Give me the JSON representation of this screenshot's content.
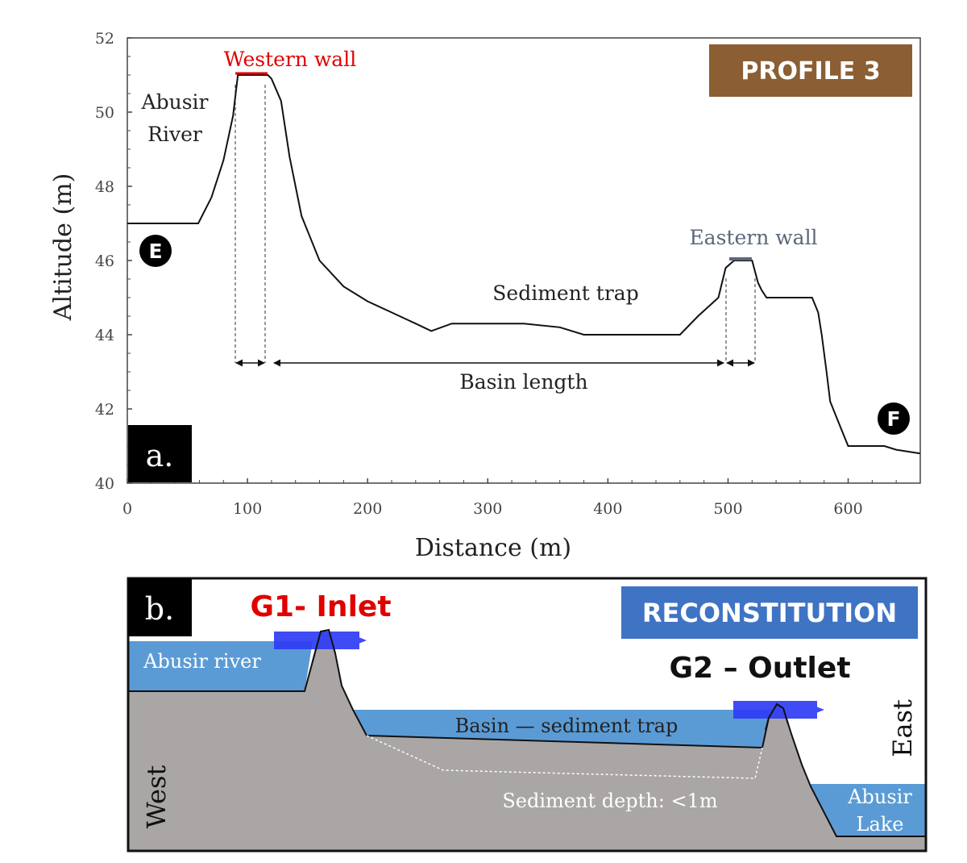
{
  "panel_a": {
    "label": "a.",
    "badge": "PROFILE 3",
    "badge_color": "#8b5e34",
    "markers": {
      "start": "E",
      "end": "F"
    },
    "annotations": {
      "western_wall": "Western wall",
      "eastern_wall": "Eastern wall",
      "abusir_river_line1": "Abusir",
      "abusir_river_line2": "River",
      "sediment_trap": "Sediment trap",
      "basin_length": "Basin length"
    },
    "colors": {
      "western_wall": "#e00000",
      "eastern_wall": "#5a6878",
      "profile": "#111111"
    }
  },
  "chart_data": {
    "type": "line",
    "xlabel": "Distance (m)",
    "ylabel": "Altitude (m)",
    "xlim": [
      0,
      660
    ],
    "ylim": [
      40,
      52
    ],
    "xticks": [
      0,
      100,
      200,
      300,
      400,
      500,
      600
    ],
    "yticks": [
      40,
      42,
      44,
      46,
      48,
      50,
      52
    ],
    "grid": false,
    "series": [
      {
        "x": [
          0,
          59,
          70,
          80,
          88,
          92,
          100,
          110,
          117,
          120,
          128,
          135,
          145,
          160,
          180,
          200,
          220,
          240,
          253,
          270,
          300,
          330,
          360,
          380,
          400,
          420,
          450,
          460,
          475,
          492,
          498,
          505,
          520,
          525,
          528,
          532,
          540,
          560,
          570,
          575,
          578,
          582,
          585,
          590,
          600,
          610,
          630,
          640,
          660
        ],
        "y": [
          47,
          47,
          47.7,
          48.7,
          49.9,
          51.0,
          51.0,
          51.0,
          51.0,
          50.9,
          50.3,
          48.8,
          47.2,
          46.0,
          45.3,
          44.9,
          44.6,
          44.3,
          44.1,
          44.3,
          44.3,
          44.3,
          44.2,
          44.0,
          44.0,
          44.0,
          44.0,
          44.0,
          44.5,
          45.0,
          45.8,
          46.0,
          46.0,
          45.4,
          45.2,
          45.0,
          45.0,
          45.0,
          45.0,
          44.6,
          44.0,
          43.0,
          42.2,
          41.8,
          41.0,
          41.0,
          41.0,
          40.9,
          40.8
        ]
      }
    ],
    "wall_extents": {
      "western": [
        90,
        117
      ],
      "eastern": [
        500,
        525
      ]
    }
  },
  "panel_b": {
    "label": "b.",
    "badge": "RECONSTITUTION",
    "badge_color": "#3f73c4",
    "inlet": "G1- Inlet",
    "outlet": "G2  –  Outlet",
    "abusir_river": "Abusir river",
    "basin": "Basin — sediment trap",
    "sediment_depth": "Sediment depth: <1m",
    "abusir_lake_line1": "Abusir",
    "abusir_lake_line2": "Lake",
    "west": "West",
    "east": "East",
    "colors": {
      "water": "#5b9bd5",
      "ground": "#a9a6a5",
      "arrow": "#2f3cf5",
      "inlet": "#e00000"
    }
  }
}
